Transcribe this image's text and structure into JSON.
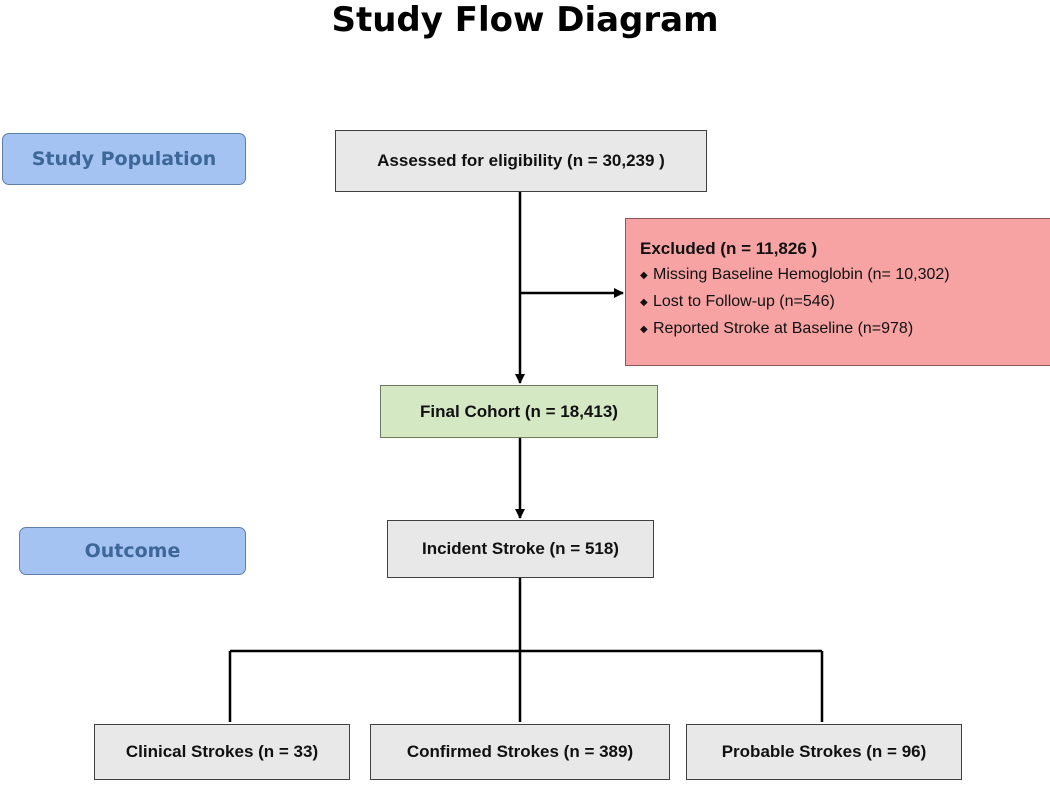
{
  "title": "Study Flow Diagram",
  "stage_labels": {
    "population": "Study Population",
    "outcome": "Outcome"
  },
  "boxes": {
    "assessed": "Assessed for eligibility (n = 30,239 )",
    "final_cohort": "Final Cohort (n = 18,413)",
    "incident": "Incident Stroke (n = 518)",
    "clinical": "Clinical Strokes (n = 33)",
    "confirmed": "Confirmed Strokes (n = 389)",
    "probable": "Probable Strokes (n = 96)"
  },
  "excluded": {
    "title": "Excluded (n = 11,826 )",
    "bullet_icon": "diamond-bullet-icon",
    "items": [
      "Missing Baseline Hemoglobin (n= 10,302)",
      "Lost to Follow-up (n=546)",
      "Reported Stroke at Baseline (n=978)"
    ]
  },
  "colors": {
    "stage_label_fill": "#a4c3f2",
    "stage_label_text": "#3e6799",
    "excluded_fill": "#f7a3a4",
    "cohort_fill": "#d5e8c4",
    "neutral_fill": "#e8e8e8"
  }
}
